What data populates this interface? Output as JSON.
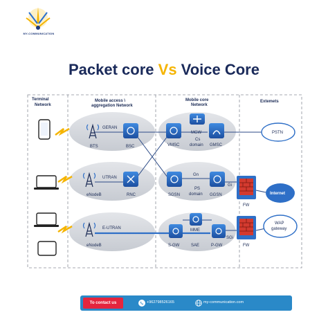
{
  "brand": {
    "name": "MY-COMMUNICATION"
  },
  "title": {
    "main": "Packet core ",
    "vs": "Vs",
    "rest": " Voice Core"
  },
  "columns": {
    "terminal": [
      "Terminal",
      "Network"
    ],
    "access": [
      "Mobile access \\",
      "aggregation Network"
    ],
    "core": [
      "Mobile core",
      "Network"
    ],
    "external": "Extemets"
  },
  "nodes": {
    "bts": "BTS",
    "geran": "GERAN",
    "bsc": "BSC",
    "vmsc": "VMSC",
    "mgw": "MGW",
    "cs_domain": [
      "Cs",
      "domain"
    ],
    "gmsc": "GMSC",
    "pstn": "PSTN",
    "utran": "UTRAN",
    "enodeb1": "eNodeB",
    "rnc": "RNC",
    "gn": "Gn",
    "sgsn": "SGSN",
    "ps_domain": [
      "PS",
      "domain"
    ],
    "ggsn": "GGSN",
    "gi": "Gi",
    "fw": "FW",
    "internet": "Internet",
    "eutran": "E-UTRAN",
    "enodeb2": "eNodeB",
    "mme": "MME",
    "sgw": "S-GW",
    "sae": "SAE",
    "pgw": "P-GW",
    "sgi": "SGi",
    "fw2": "FW",
    "wap": [
      "WAP",
      "gateway"
    ]
  },
  "footer": {
    "contact_label": "To contact us",
    "phone": "+962798526165",
    "website": "my-communication.com"
  },
  "colors": {
    "navy": "#1a2a5a",
    "accent": "#f5b400",
    "node_blue": "#2e6fc7",
    "ellipse": "#d8dbe0",
    "footer": "#2a89c8",
    "button": "#e4253e",
    "firewall": "#d33a2f"
  }
}
